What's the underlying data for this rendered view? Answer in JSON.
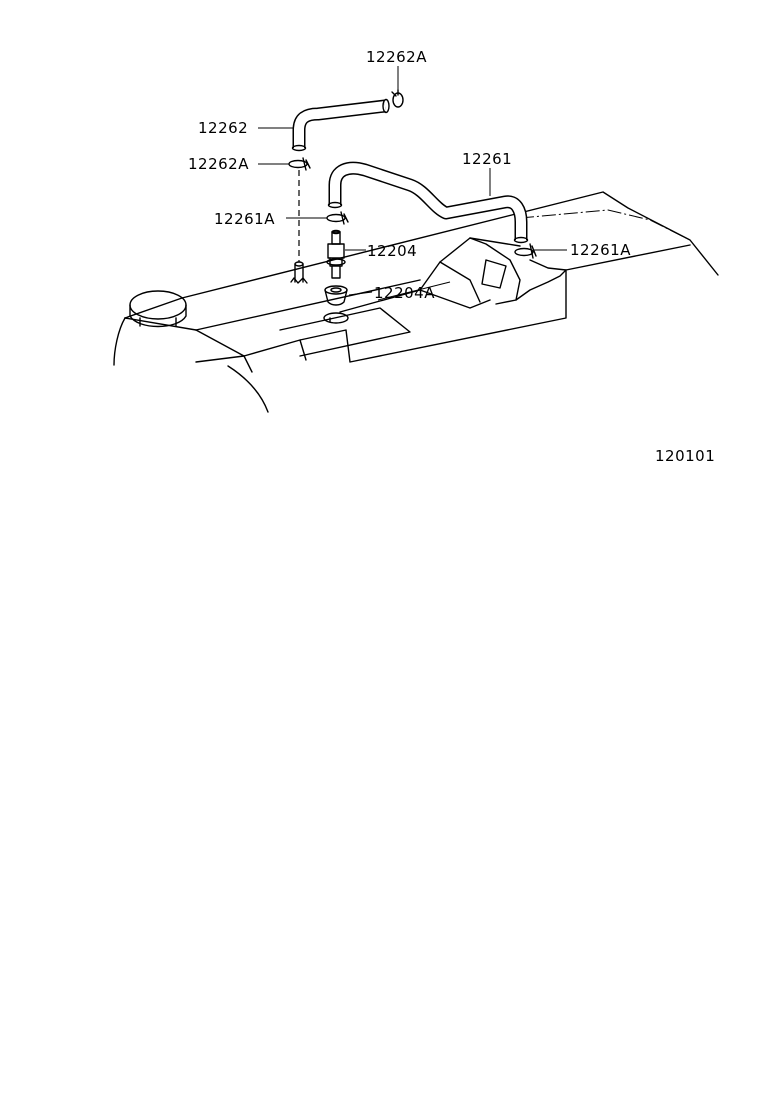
{
  "diagram": {
    "labels": {
      "clamp_top": "12262A",
      "hose_small": "12262",
      "clamp_left": "12262A",
      "hose_long": "12261",
      "clamp_mid": "12261A",
      "valve": "12204",
      "clamp_right": "12261A",
      "grommet": "12204A",
      "figure_id": "120101"
    }
  }
}
